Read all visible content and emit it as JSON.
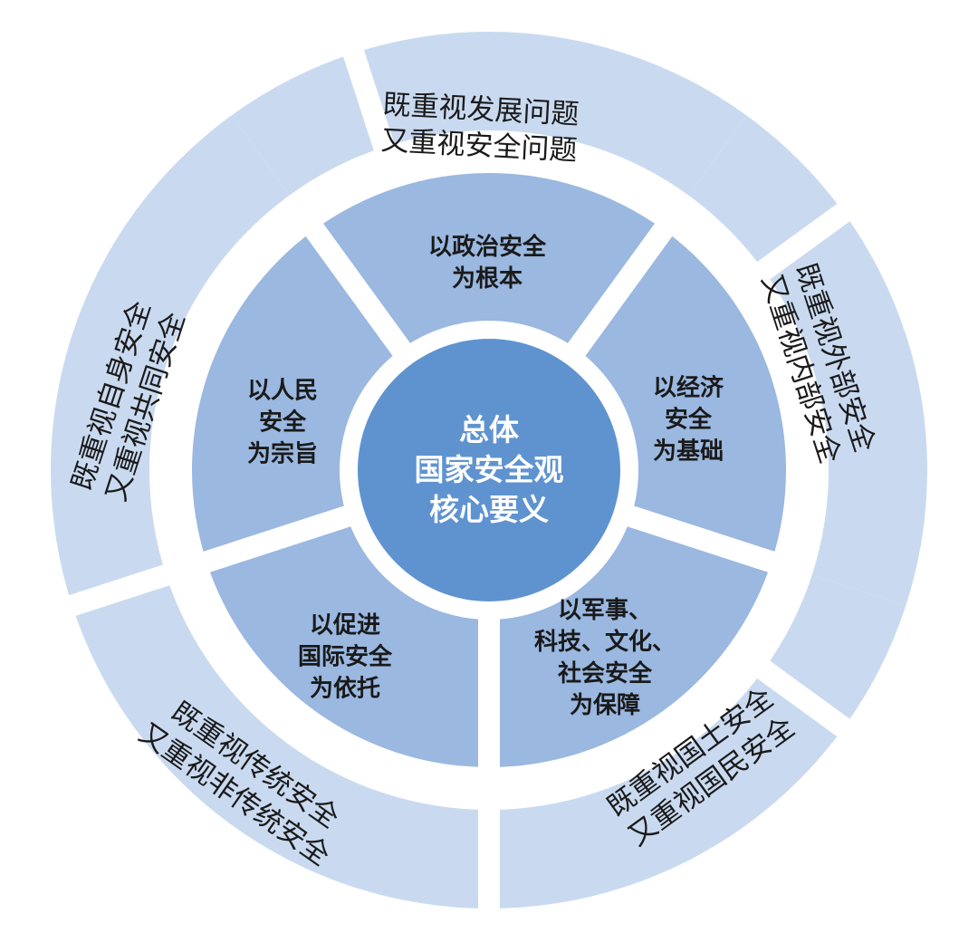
{
  "colors": {
    "outer_ring": "#c9daf0",
    "inner_ring": "#9ab8e0",
    "center": "#5f93d0",
    "center_text": "#ffffff",
    "text": "#1a1a1a"
  },
  "center": {
    "lines": [
      "总体",
      "国家安全观",
      "核心要义"
    ]
  },
  "inner_sectors": [
    {
      "id": "political",
      "lines": [
        "以政治安全",
        "为根本"
      ]
    },
    {
      "id": "economic",
      "lines": [
        "以经济",
        "安全",
        "为基础"
      ]
    },
    {
      "id": "military-tech-culture-social",
      "lines": [
        "以军事、",
        "科技、文化、",
        "社会安全",
        "为保障"
      ]
    },
    {
      "id": "international",
      "lines": [
        "以促进",
        "国际安全",
        "为依托"
      ]
    },
    {
      "id": "people",
      "lines": [
        "以人民",
        "安全",
        "为宗旨"
      ]
    }
  ],
  "outer_sectors": [
    {
      "id": "development-security",
      "lines": [
        "既重视发展问题",
        "又重视安全问题"
      ]
    },
    {
      "id": "external-internal",
      "lines": [
        "既重视外部安全",
        "又重视内部安全"
      ]
    },
    {
      "id": "territory-citizens",
      "lines": [
        "既重视国土安全",
        "又重视国民安全"
      ]
    },
    {
      "id": "traditional-nontraditional",
      "lines": [
        "既重视传统安全",
        "又重视非传统安全"
      ]
    },
    {
      "id": "self-common",
      "lines": [
        "既重视自身安全",
        "又重视共同安全"
      ]
    }
  ]
}
